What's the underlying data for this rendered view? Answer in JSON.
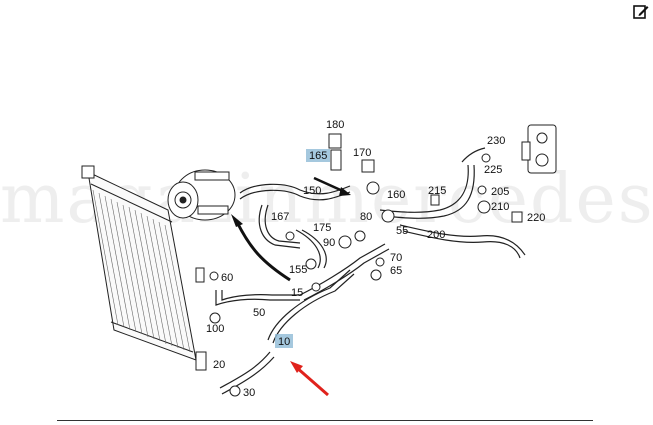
{
  "toolbar": {
    "edit_icon": "edit-pencil-icon"
  },
  "watermark": {
    "text": "magazinmercedes.ru"
  },
  "colors": {
    "highlight_box": "#8fbad6",
    "callout_arrow": "#e0221c",
    "ink": "#222222"
  },
  "callouts": {
    "c10": "10",
    "c15": "15",
    "c20": "20",
    "c30": "30",
    "c50": "50",
    "c55": "55",
    "c60": "60",
    "c65": "65",
    "c70": "70",
    "c80": "80",
    "c90": "90",
    "c100": "100",
    "c150": "150",
    "c155": "155",
    "c160": "160",
    "c165": "165",
    "c167": "167",
    "c170": "170",
    "c175": "175",
    "c180": "180",
    "c200": "200",
    "c205": "205",
    "c210": "210",
    "c215": "215",
    "c220": "220",
    "c225": "225",
    "c230": "230"
  }
}
